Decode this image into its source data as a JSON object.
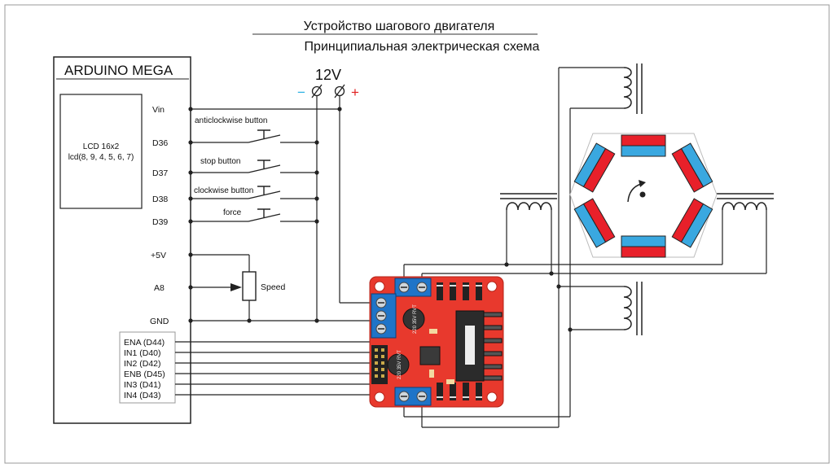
{
  "title": {
    "line1": "Устройство шагового двигателя",
    "line2": "Принципиальная электрическая схема"
  },
  "arduino": {
    "name": "ARDUINO MEGA",
    "lcd_line1": "LCD 16x2",
    "lcd_line2": "lcd(8, 9, 4, 5, 6, 7)",
    "pins": {
      "vin": "Vin",
      "d36": "D36",
      "d37": "D37",
      "d38": "D38",
      "d39": "D39",
      "p5v": "+5V",
      "a8": "A8",
      "gnd": "GND"
    },
    "driver_pins": [
      "ENA (D44)",
      "IN1   (D40)",
      "IN2   (D42)",
      "ENB (D45)",
      "IN3   (D41)",
      "IN4   (D43)"
    ]
  },
  "power": {
    "voltage": "12V",
    "minus": "−",
    "plus": "+"
  },
  "buttons": {
    "anticlockwise": "anticlockwise button",
    "stop": "stop button",
    "clockwise": "clockwise button",
    "force": "force"
  },
  "pot": {
    "label": "Speed"
  },
  "module": {
    "reg_label": "220 35V RVT",
    "cap_label": "220 35V RVT"
  },
  "colors": {
    "board": "#e8392d",
    "terminal": "#1f74c8",
    "magnet_red": "#e8202a",
    "magnet_blue": "#3aa8e0",
    "minus": "#2ab0e4",
    "plus": "#e02020"
  }
}
